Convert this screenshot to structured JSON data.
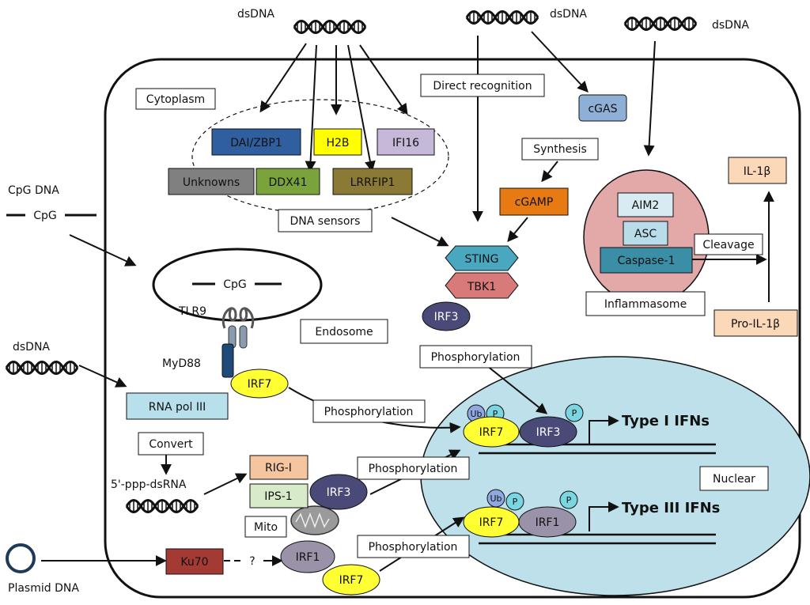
{
  "labels": {
    "dsdna_top_left": "dsDNA",
    "dsdna_top_mid": "dsDNA",
    "dsdna_top_right": "dsDNA",
    "dsdna_left": "dsDNA",
    "cpg_dna": "CpG DNA",
    "cpg_outer": "CpG",
    "cpg_endo": "CpG",
    "cytoplasm": "Cytoplasm",
    "dai_zbp1": "DAI/ZBP1",
    "h2b": "H2B",
    "ifi16": "IFI16",
    "unknowns": "Unknowns",
    "ddx41": "DDX41",
    "lrrfip1": "LRRFIP1",
    "dna_sensors": "DNA sensors",
    "direct_recognition": "Direct recognition",
    "cgas": "cGAS",
    "synthesis": "Synthesis",
    "cgamp": "cGAMP",
    "sting": "STING",
    "tbk1": "TBK1",
    "irf3_top": "IRF3",
    "phos_top": "Phosphorylation",
    "il1b": "IL-1β",
    "aim2": "AIM2",
    "asc": "ASC",
    "caspase1": "Caspase-1",
    "cleavage": "Cleavage",
    "inflammasome": "Inflammasome",
    "pro_il1b": "Pro-IL-1β",
    "tlr9": "TLR9",
    "endosome": "Endosome",
    "myd88": "MyD88",
    "irf7_myd": "IRF7",
    "rna_pol3": "RNA pol III",
    "phos_mid": "Phosphorylation",
    "convert": "Convert",
    "ppp_dsrna": "5'-ppp-dsRNA",
    "rig1": "RIG-I",
    "ips1": "IPS-1",
    "irf3_mito": "IRF3",
    "mito": "Mito",
    "phos_mito": "Phosphorylation",
    "nuclear": "Nuclear",
    "ub1": "Ub",
    "p1": "P",
    "p2": "P",
    "irf7_n1": "IRF7",
    "irf3_n1": "IRF3",
    "type1": "Type I IFNs",
    "ub2": "Ub",
    "p3": "P",
    "p4": "P",
    "irf7_n2": "IRF7",
    "irf1_n2": "IRF1",
    "type3": "Type III IFNs",
    "plasmid": "Plasmid DNA",
    "ku70": "Ku70",
    "question": "?",
    "irf1_low": "IRF1",
    "irf7_low": "IRF7",
    "phos_low": "Phosphorylation"
  },
  "colors": {
    "dai_zbp1": "#2f5f9e",
    "h2b": "#ffff00",
    "ifi16": "#c6b8d8",
    "unknowns": "#808080",
    "ddx41": "#7aa33c",
    "lrrfip1": "#8a7a35",
    "cgas": "#8fb0d6",
    "cgamp": "#e87a14",
    "sting": "#4aa7c0",
    "tbk1": "#d97a7a",
    "irf3": "#4a4a78",
    "irf7": "#ffff33",
    "irf1": "#9a92a8",
    "inflammasome": "#e3a8a8",
    "aim2": "#d8ebf3",
    "asc": "#b8dcea",
    "caspase1": "#3a8ea6",
    "il1b": "#fbd8b8",
    "rna_pol3": "#b8e0ec",
    "rig1": "#f5c5a0",
    "ips1": "#d7ebc8",
    "ku70": "#a33a33",
    "nucleus": "#bde0eb",
    "myd88": "#1e4a7a",
    "ub_p": "#7ad6e0",
    "ub": "#8fa9e0"
  }
}
